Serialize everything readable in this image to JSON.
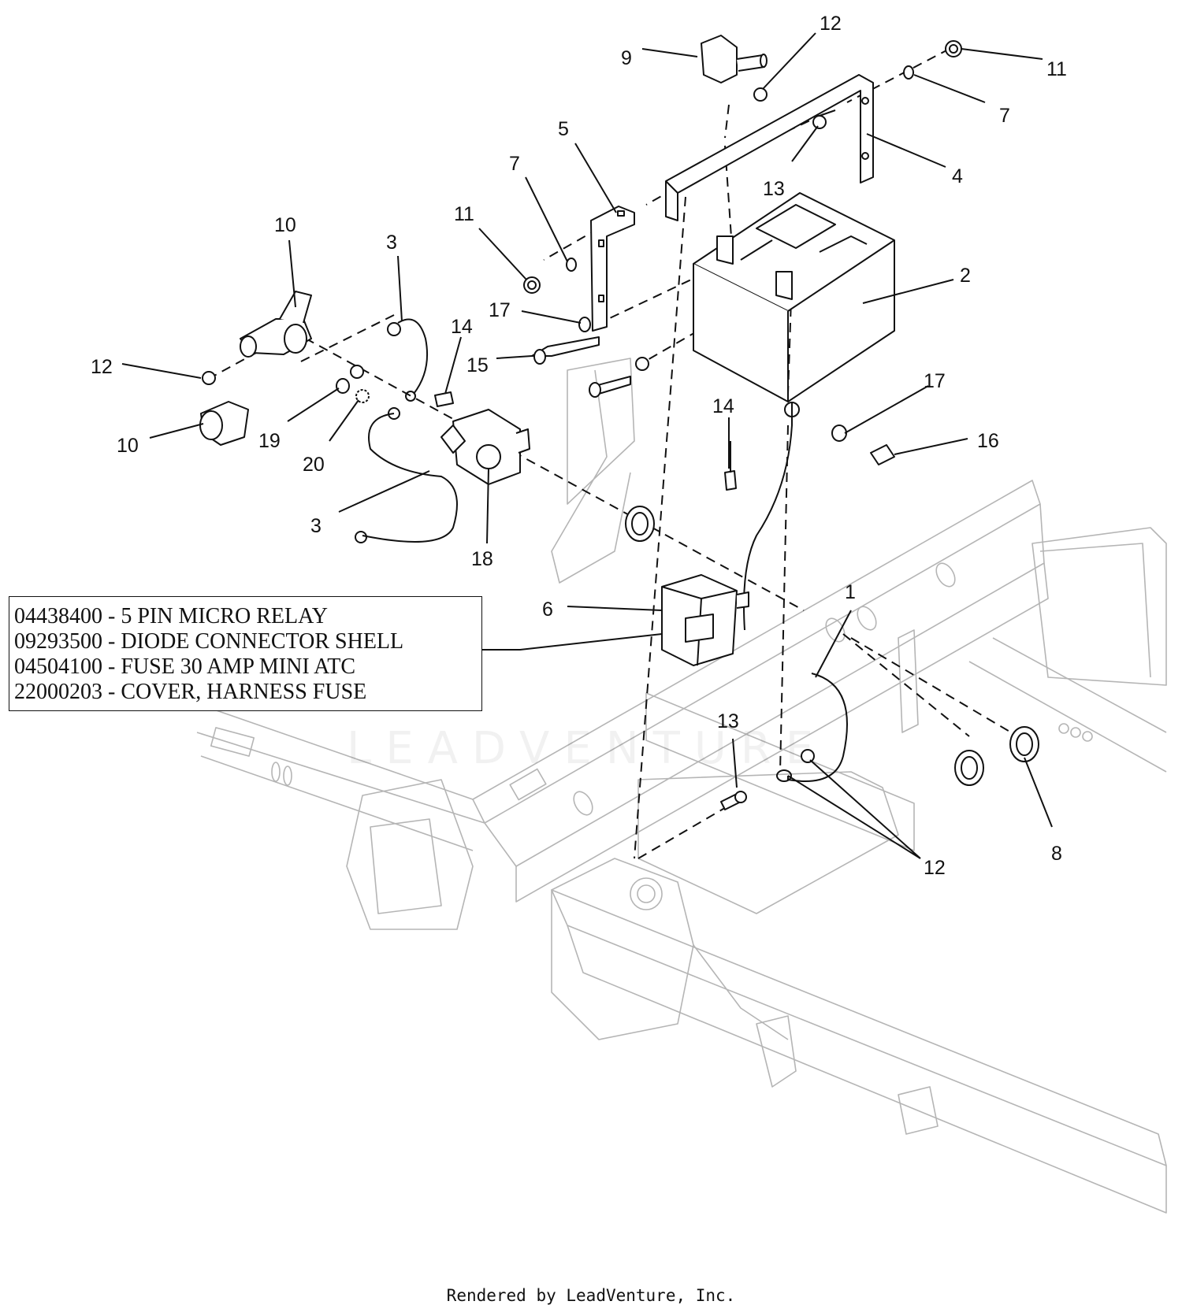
{
  "diagram": {
    "callouts": [
      {
        "id": "c9",
        "text": "9"
      },
      {
        "id": "c12a",
        "text": "12"
      },
      {
        "id": "c11a",
        "text": "11"
      },
      {
        "id": "c7a",
        "text": "7"
      },
      {
        "id": "c4",
        "text": "4"
      },
      {
        "id": "c13a",
        "text": "13"
      },
      {
        "id": "c5",
        "text": "5"
      },
      {
        "id": "c7b",
        "text": "7"
      },
      {
        "id": "c11b",
        "text": "11"
      },
      {
        "id": "c2",
        "text": "2"
      },
      {
        "id": "c10a",
        "text": "10"
      },
      {
        "id": "c3a",
        "text": "3"
      },
      {
        "id": "c17a",
        "text": "17"
      },
      {
        "id": "c14a",
        "text": "14"
      },
      {
        "id": "c15",
        "text": "15"
      },
      {
        "id": "c12b",
        "text": "12"
      },
      {
        "id": "c17b",
        "text": "17"
      },
      {
        "id": "c14b",
        "text": "14"
      },
      {
        "id": "c16",
        "text": "16"
      },
      {
        "id": "c19",
        "text": "19"
      },
      {
        "id": "c10b",
        "text": "10"
      },
      {
        "id": "c20",
        "text": "20"
      },
      {
        "id": "c3b",
        "text": "3"
      },
      {
        "id": "c18",
        "text": "18"
      },
      {
        "id": "c6",
        "text": "6"
      },
      {
        "id": "c1",
        "text": "1"
      },
      {
        "id": "c13b",
        "text": "13"
      },
      {
        "id": "c12c",
        "text": "12"
      },
      {
        "id": "c8",
        "text": "8"
      }
    ],
    "legend": [
      "04438400 - 5 PIN MICRO RELAY",
      "09293500 - DIODE CONNECTOR SHELL",
      "04504100 - FUSE 30 AMP MINI ATC",
      "22000203 - COVER, HARNESS FUSE"
    ],
    "watermark": "LEADVENTURE",
    "footer": "Rendered by LeadVenture, Inc."
  }
}
